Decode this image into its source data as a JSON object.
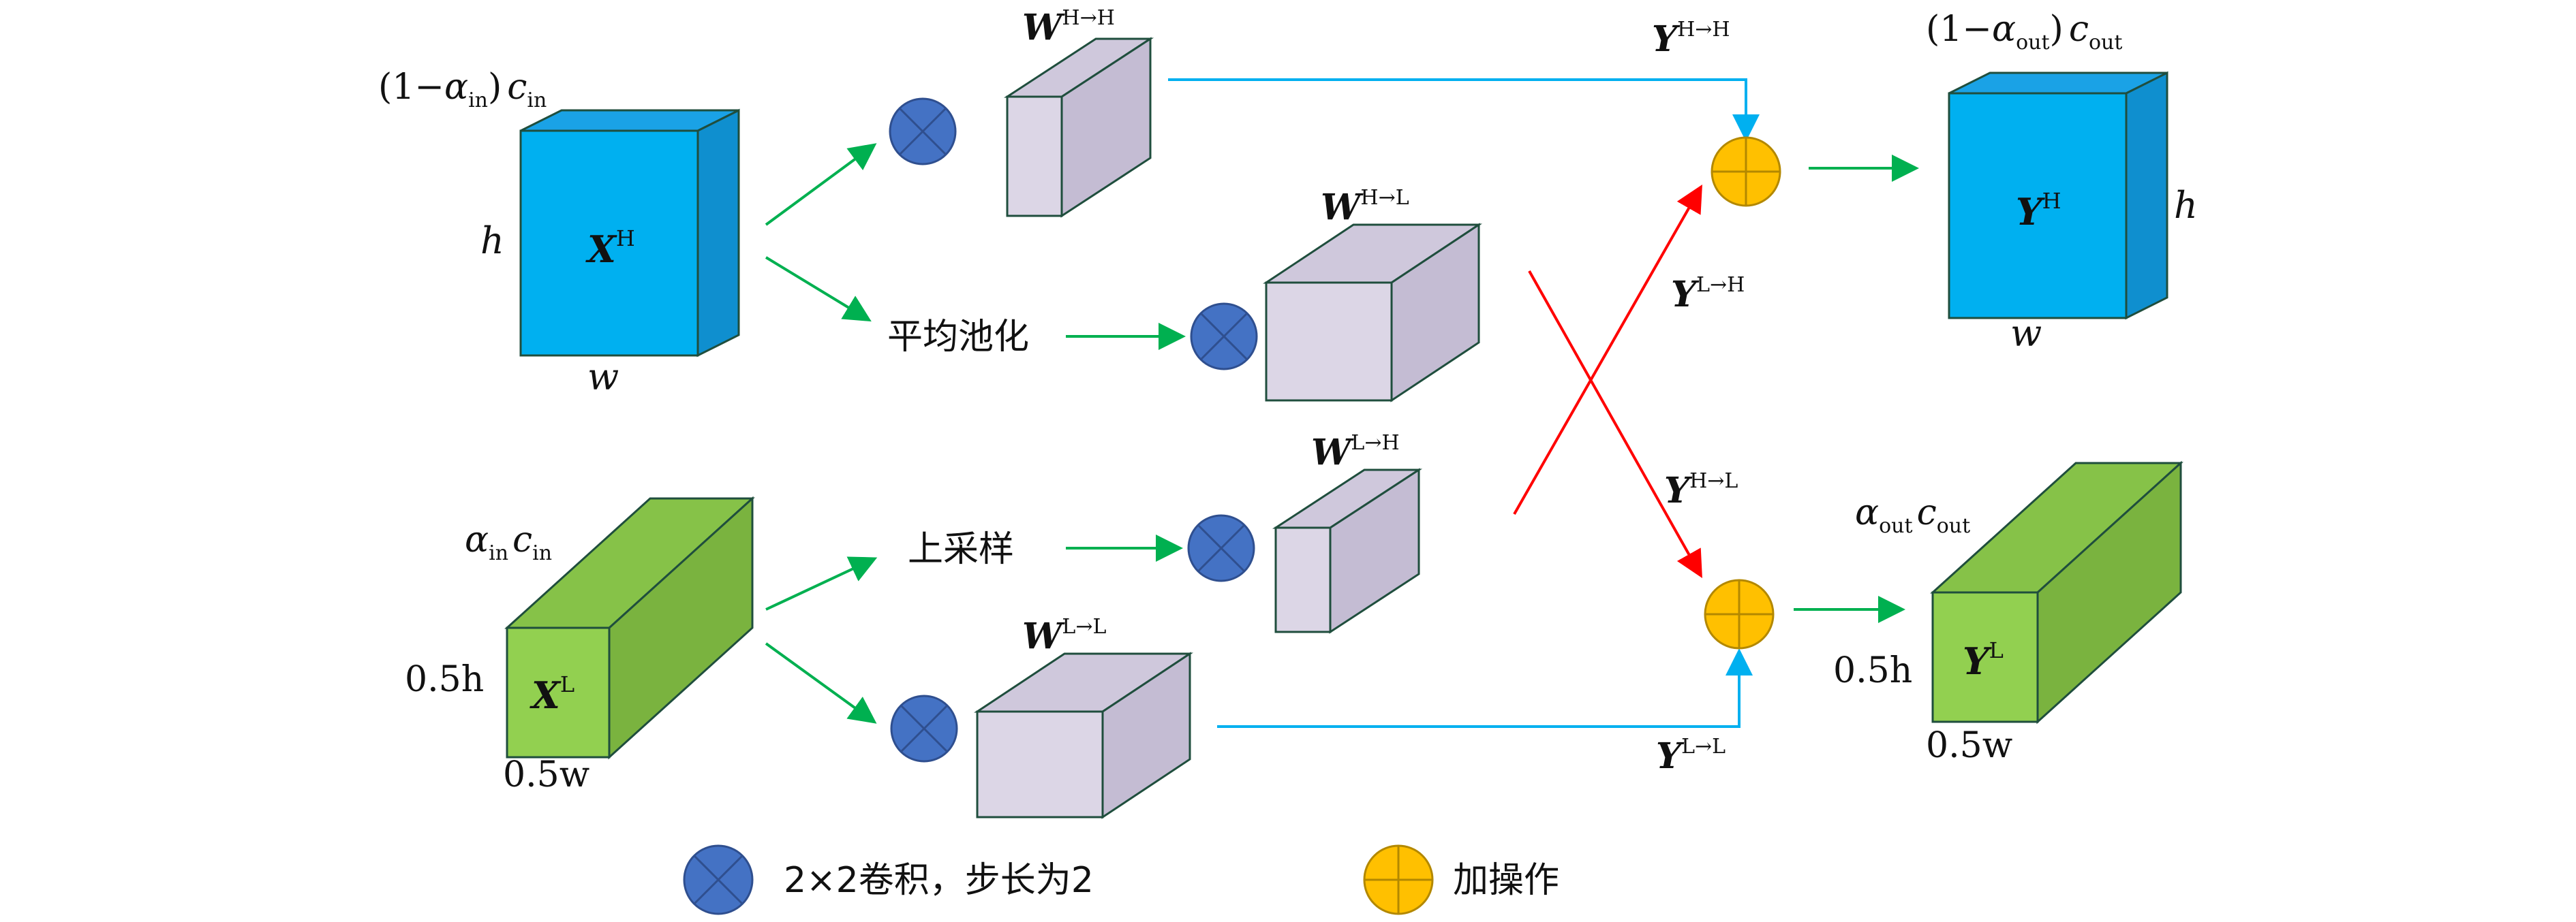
{
  "colors": {
    "high_cube_front": "#00b0f0",
    "high_cube_top": "#1aa2e6",
    "high_cube_side": "#0f8fcf",
    "low_cube_front": "#92d050",
    "low_cube_top": "#86c248",
    "low_cube_side": "#7ab33f",
    "weight_cube_front": "#dcd6e6",
    "weight_cube_top": "#cfc8dc",
    "weight_cube_side": "#c4bcd3",
    "cube_edge": "#1f4e3d",
    "conv_op": "#4472c4",
    "add_op": "#ffc000",
    "green_arrow": "#00b050",
    "blue_arrow": "#00b0f0",
    "red_arrow": "#ff0000"
  },
  "input_high": {
    "channels_prefix": "(1−",
    "channels_alpha": "α",
    "channels_alpha_sub": "in",
    "channels_close": ")",
    "channels_c": "c",
    "channels_c_sub": "in",
    "tensor": "X",
    "tensor_sup": "H",
    "height": "h",
    "width": "w"
  },
  "input_low": {
    "channels_alpha": "α",
    "channels_alpha_sub": "in",
    "channels_c": "c",
    "channels_c_sub": "in",
    "tensor": "X",
    "tensor_sup": "L",
    "height": "0.5h",
    "width": "0.5w"
  },
  "operations": {
    "avg_pool": "平均池化",
    "upsample": "上采样"
  },
  "weights": {
    "w_hh": {
      "symbol": "W",
      "sup": "H→H"
    },
    "w_hl": {
      "symbol": "W",
      "sup": "H→L"
    },
    "w_lh": {
      "symbol": "W",
      "sup": "L→H"
    },
    "w_ll": {
      "symbol": "W",
      "sup": "L→L"
    }
  },
  "intermediate": {
    "y_hh": {
      "symbol": "Y",
      "sup": "H→H"
    },
    "y_lh": {
      "symbol": "Y",
      "sup": "L→H"
    },
    "y_hl": {
      "symbol": "Y",
      "sup": "H→L"
    },
    "y_ll": {
      "symbol": "Y",
      "sup": "L→L"
    }
  },
  "output_high": {
    "channels_prefix": "(1−",
    "channels_alpha": "α",
    "channels_alpha_sub": "out",
    "channels_close": ")",
    "channels_c": "c",
    "channels_c_sub": "out",
    "tensor": "Y",
    "tensor_sup": "H",
    "height": "h",
    "width": "w"
  },
  "output_low": {
    "channels_alpha": "α",
    "channels_alpha_sub": "out",
    "channels_c": "c",
    "channels_c_sub": "out",
    "tensor": "Y",
    "tensor_sup": "L",
    "height": "0.5h",
    "width": "0.5w"
  },
  "legend": {
    "conv_label": "2×2卷积，步长为2",
    "add_label": "加操作"
  }
}
